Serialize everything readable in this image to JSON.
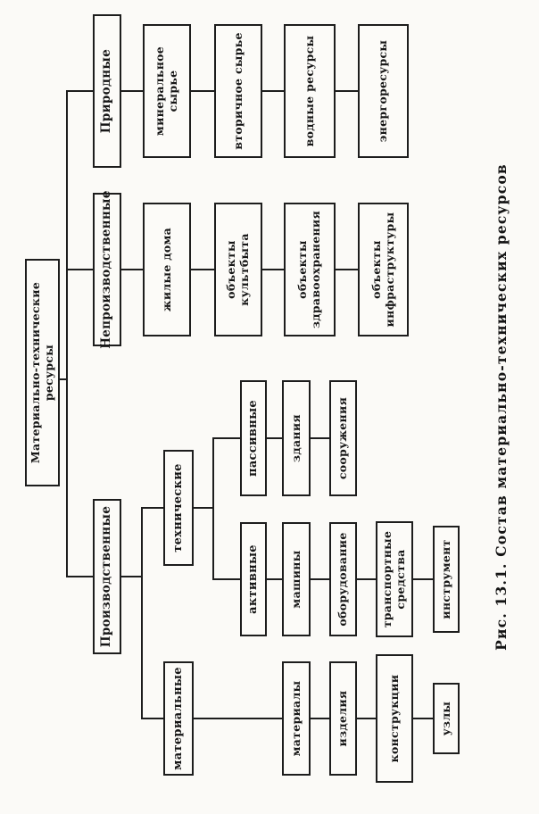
{
  "figure": {
    "caption": "Рис. 13.1. Состав материально-технических ресурсов"
  },
  "colors": {
    "ink": "#1d1d1d",
    "paper": "#fbfaf7"
  },
  "tree": {
    "label": "Материально-технические ресурсы",
    "children": [
      {
        "label": "Производственные",
        "children": [
          {
            "label": "материальные",
            "chain": [
              "материалы",
              "изделия",
              "конструкции",
              "узлы"
            ]
          },
          {
            "label": "технические",
            "children": [
              {
                "label": "активные",
                "chain": [
                  "машины",
                  "оборудование",
                  "транспортные средства",
                  "инструмент"
                ]
              },
              {
                "label": "пассивные",
                "chain": [
                  "здания",
                  "сооружения"
                ]
              }
            ]
          }
        ]
      },
      {
        "label": "Непроизводственные",
        "chain": [
          "жилые дома",
          "объекты культбыта",
          "объекты здравоохранения",
          "объекты инфраструктуры"
        ]
      },
      {
        "label": "Природные",
        "chain": [
          "минеральное сырье",
          "вторичное сырье",
          "водные ресурсы",
          "энергоресурсы"
        ]
      }
    ]
  }
}
